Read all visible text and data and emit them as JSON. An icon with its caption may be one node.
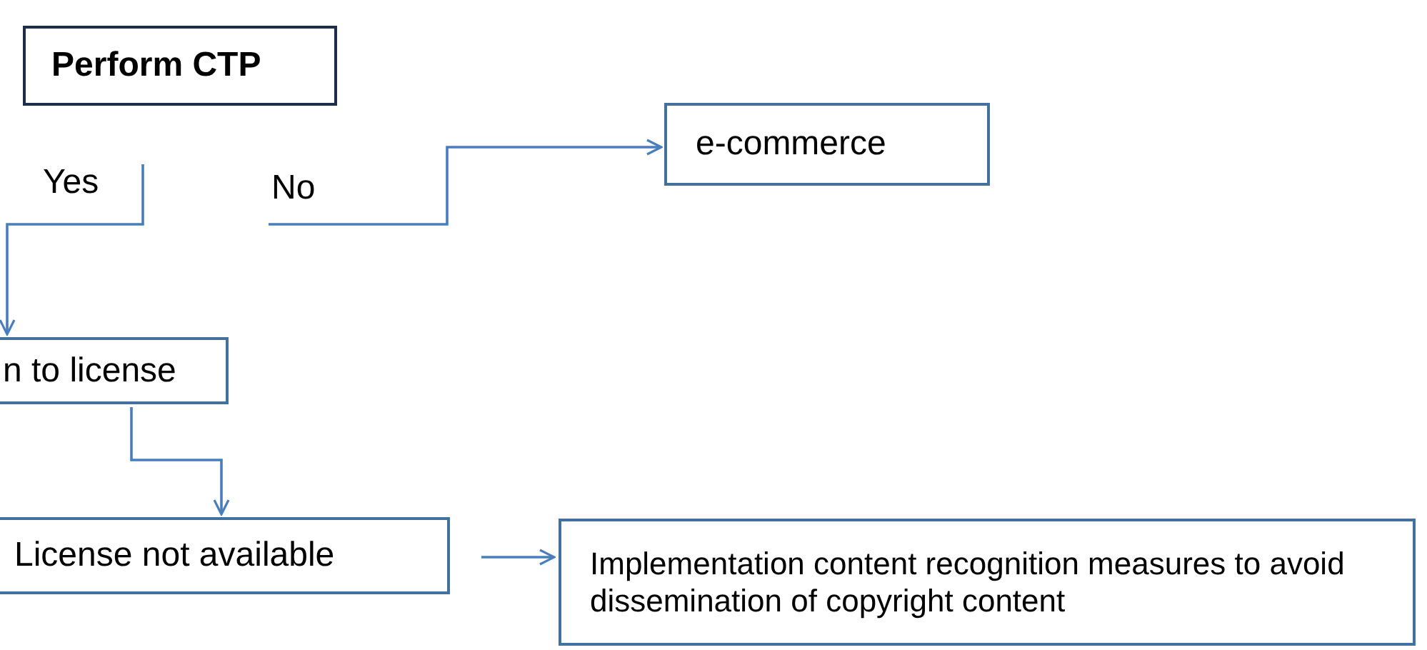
{
  "diagram": {
    "nodes": [
      {
        "text": [
          "Perform CTP"
        ]
      },
      {
        "text": [
          "e-commerce"
        ]
      },
      {
        "text": [
          "n to license"
        ]
      },
      {
        "text": [
          "License not available"
        ]
      },
      {
        "text": [
          "Implementation content recognition measures to avoid dissemination of copyright content"
        ]
      }
    ],
    "edges": [
      {
        "from": null,
        "to": 2,
        "arrow": "to",
        "label": "Yes"
      },
      {
        "from": null,
        "to": 1,
        "arrow": "to",
        "label": "No"
      },
      {
        "from": 2,
        "to": 3,
        "arrow": "to"
      },
      {
        "from": 3,
        "to": 4,
        "arrow": "to"
      }
    ]
  }
}
